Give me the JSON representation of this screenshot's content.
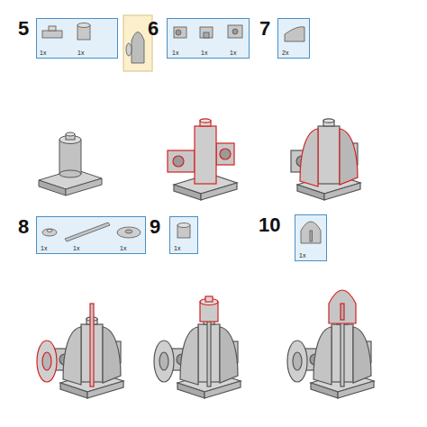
{
  "diagram": {
    "nodes": [
      {
        "text": [
          "1x",
          "1x"
        ]
      },
      {
        "text": [
          "1x",
          "1x",
          "1x"
        ]
      },
      {
        "text": [
          "2x"
        ]
      },
      {
        "text": [
          "1x",
          "1x",
          "1x"
        ]
      },
      {
        "text": [
          "1x"
        ]
      },
      {
        "text": [
          "1x"
        ]
      }
    ],
    "labels": [
      "5",
      "6",
      "7",
      "8",
      "9",
      "10"
    ]
  }
}
